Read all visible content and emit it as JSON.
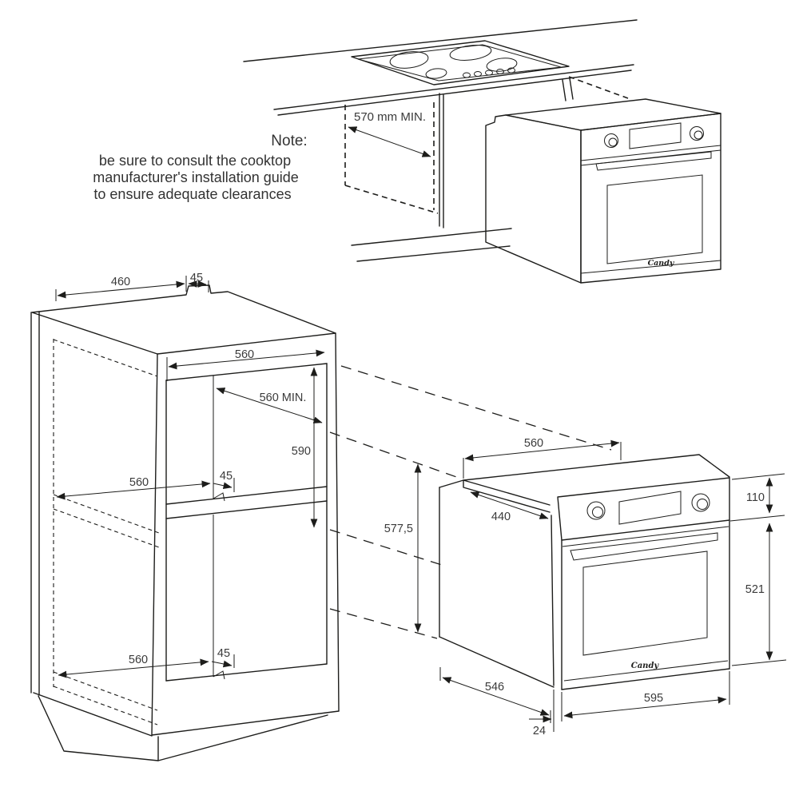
{
  "note": {
    "title": "Note:",
    "line1": "be sure to consult the cooktop",
    "line2": "manufacturer's installation guide",
    "line3": "to ensure adequate clearances"
  },
  "top_scene": {
    "clearance": "570 mm MIN.",
    "oven_brand": "Candy"
  },
  "cabinet": {
    "top_width": "460",
    "top_rail": "45",
    "opening_width": "560",
    "depth_min": "560 MIN.",
    "opening_height": "590",
    "shelf_depth": "560",
    "shelf_rail": "45",
    "base_depth": "560",
    "base_rail": "45"
  },
  "oven": {
    "brand": "Candy",
    "top_width": "560",
    "top_depth": "440",
    "panel_height": "110",
    "door_height": "521",
    "niche_height": "577,5",
    "body_depth": "546",
    "front_width": "595",
    "door_offset": "24"
  },
  "colors": {
    "line": "#1d1d1b",
    "text": "#3a3a3a"
  }
}
